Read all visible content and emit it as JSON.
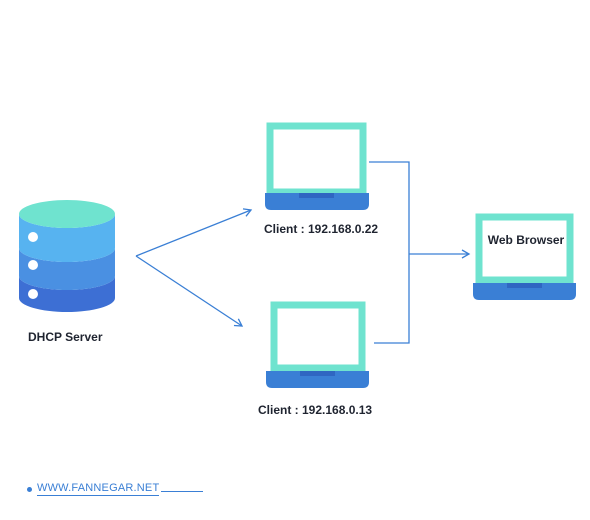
{
  "diagram": {
    "server_label": "DHCP Server",
    "client1_label": "Client : 192.168.0.22",
    "client2_label": "Client : 192.168.0.13",
    "browser_label": "Web Browser",
    "footer_text": "WWW.FANNEGAR.NET"
  },
  "colors": {
    "screen_border": "#6fe3cf",
    "laptop_base": "#3a7fd5",
    "laptop_base_dark": "#2f66c2",
    "db_top": "#6fe3cf",
    "db_layer1": "#57b3f0",
    "db_layer2": "#4a90e2",
    "db_layer3": "#3d6fd4",
    "connector": "#3a7fd5",
    "text": "#1f2430"
  }
}
